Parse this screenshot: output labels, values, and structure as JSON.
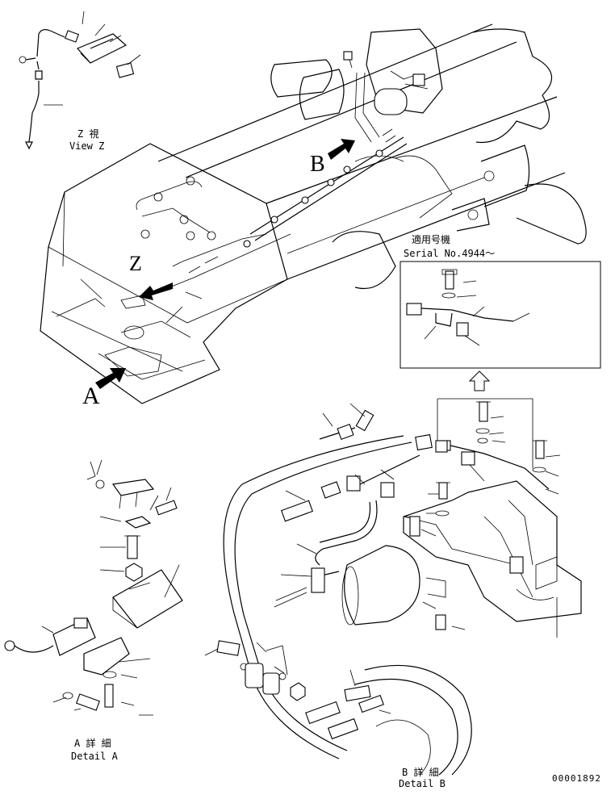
{
  "views": {
    "z": {
      "title_jp": "Z 視",
      "title_en": "View Z",
      "pointer": "Z"
    },
    "a": {
      "title_jp": "A 詳 細",
      "title_en": "Detail A",
      "pointer": "A"
    },
    "b": {
      "title_jp": "B 詳 細",
      "title_en": "Detail B",
      "pointer": "B"
    }
  },
  "serial_box": {
    "line1": "適用号機",
    "line2": "Serial No.4944～"
  },
  "drawing_number": "00001892",
  "icons": [
    "arrow-a-icon",
    "arrow-b-icon",
    "arrow-z-icon",
    "up-arrow-icon"
  ]
}
